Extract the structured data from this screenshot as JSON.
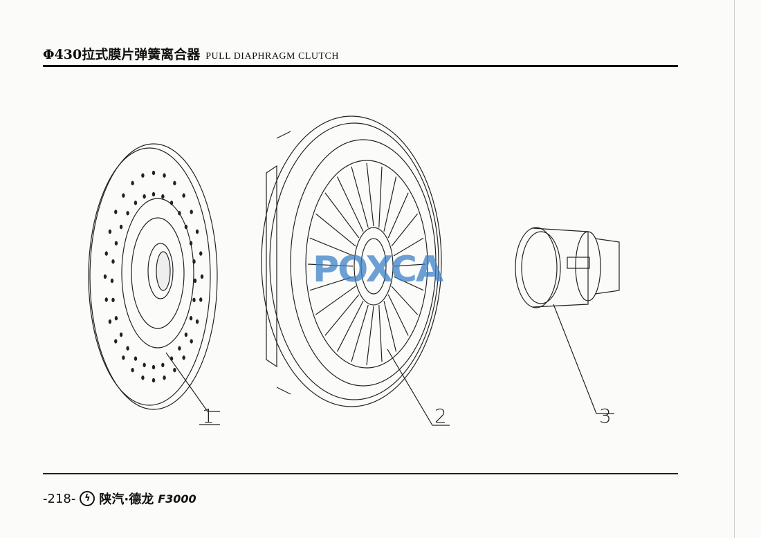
{
  "header": {
    "title_cn": "Φ430拉式膜片弹簧离合器",
    "title_en": "PULL DIAPHRAGM CLUTCH"
  },
  "figure": {
    "callouts": [
      "1",
      "2",
      "3"
    ],
    "parts": [
      "clutch-disc",
      "pressure-plate",
      "release-bearing"
    ],
    "watermark": "POXCA"
  },
  "footer": {
    "page": "-218-",
    "brand": "陕汽·德龙",
    "model": "F3000"
  }
}
